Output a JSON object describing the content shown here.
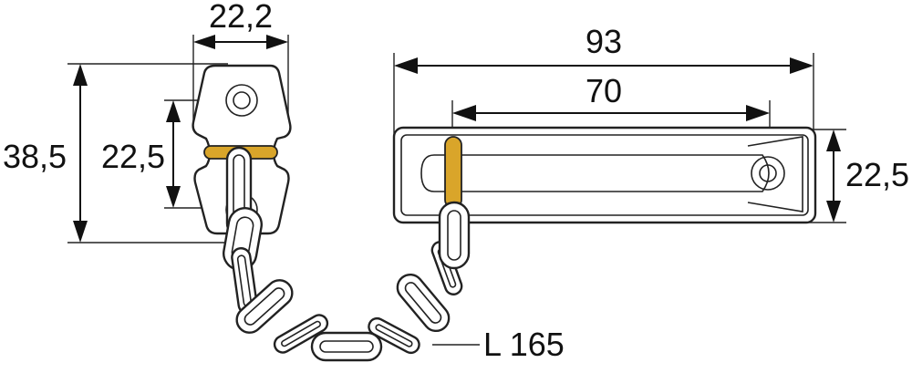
{
  "dimensions": {
    "width_bracket": "22,2",
    "height_bracket": "38,5",
    "inner_height_bracket": "22,5",
    "length_rail": "93",
    "slot_length": "70",
    "height_rail": "22,5",
    "chain_length": "L 165"
  },
  "colors": {
    "accent": "#d9a52a",
    "line": "#222222"
  }
}
